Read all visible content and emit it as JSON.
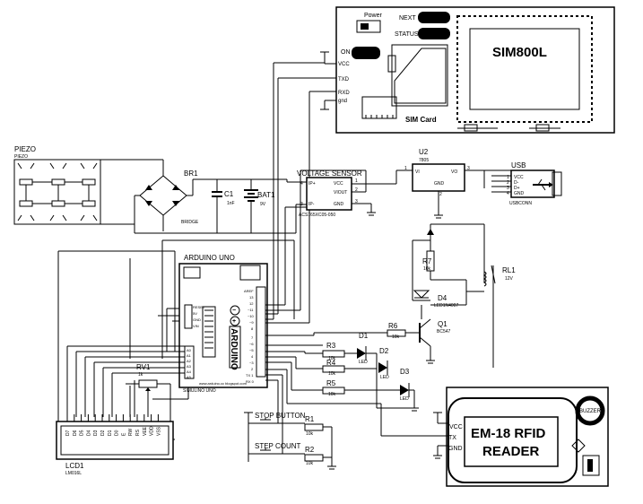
{
  "gsm": {
    "title": "SIM800L",
    "sim_card": "SIM Card",
    "power": "Power",
    "next": "NEXT",
    "status": "STATUS",
    "on": "ON",
    "pins": [
      "VCC",
      "TXD",
      "RXD",
      "gnd"
    ]
  },
  "piezo": {
    "label": "PIEZO",
    "sublabel": "PIEZO"
  },
  "bridge": {
    "label": "BR1",
    "sublabel": "BRIDGE"
  },
  "c1": {
    "label": "C1",
    "value": "1nF"
  },
  "bat1": {
    "label": "BAT1",
    "value": "9V"
  },
  "voltage_sensor": {
    "label": "VOLTAGE SENSOR",
    "part": "ACS765XC05-050",
    "pins_left": [
      "IP+",
      "IP-"
    ],
    "pins_right": [
      "VCC",
      "VIOUT",
      "GND"
    ],
    "pin_numbers": [
      "4",
      "3",
      "2",
      "1",
      "3",
      "2"
    ]
  },
  "u2": {
    "label": "U2",
    "part": "7805",
    "pins": [
      "VI",
      "VO",
      "GND"
    ],
    "pin_numbers": [
      "1",
      "3",
      "2"
    ]
  },
  "usb": {
    "label": "USB",
    "part": "USBCONN",
    "pins": [
      "VCC",
      "D-",
      "D+",
      "GND"
    ],
    "pin_numbers": [
      "1",
      "2",
      "3",
      "4"
    ]
  },
  "arduino": {
    "label": "ARDUINO UNO",
    "bottom": "SIMULINO UNO",
    "footer": "www.arduino.cc  blogspot.com",
    "board_text": "ARDUINO",
    "analog_pins": [
      "A0",
      "A1",
      "A2",
      "A3",
      "A4",
      "A5"
    ],
    "power_pins": [
      "RESET",
      "5V",
      "GND",
      "VIN"
    ],
    "digital_pins": [
      "AREF",
      "13",
      "12",
      "~11",
      "~10",
      "~9",
      "8",
      "7",
      "~6",
      "~5",
      "4",
      "~3",
      "2",
      "TX 1",
      "RX 0"
    ]
  },
  "r7": {
    "label": "R7",
    "value": "10k"
  },
  "d4": {
    "label": "D4",
    "part": "LED1N4007"
  },
  "rl1": {
    "label": "RL1",
    "value": "12V"
  },
  "r6": {
    "label": "R6",
    "value": "10k"
  },
  "q1": {
    "label": "Q1",
    "part": "BC547"
  },
  "r3": {
    "label": "R3",
    "value": "10k"
  },
  "r4": {
    "label": "R4",
    "value": "10k"
  },
  "r5": {
    "label": "R5",
    "value": "10k"
  },
  "d1": {
    "label": "D1",
    "part": "LED"
  },
  "d2": {
    "label": "D2",
    "part": "LED"
  },
  "d3": {
    "label": "D3",
    "part": "LED"
  },
  "rv1": {
    "label": "RV1",
    "value": "1k"
  },
  "stop_button": {
    "label": "STOP BUTTON"
  },
  "step_count": {
    "label": "STEP COUNT"
  },
  "r1": {
    "label": "R1",
    "value": "10k"
  },
  "r2": {
    "label": "R2",
    "value": "10k"
  },
  "lcd": {
    "label": "LCD1",
    "part": "LM016L",
    "pins": [
      "D7",
      "D6",
      "D5",
      "D4",
      "D3",
      "D2",
      "D1",
      "D0",
      "E",
      "RW",
      "RS",
      "VEE",
      "VDD",
      "VSS"
    ]
  },
  "rfid": {
    "title_line1": "EM-18 RFID",
    "title_line2": "READER",
    "buzzer": "BUZZER",
    "pins": [
      "VCC",
      "TX",
      "GND"
    ]
  }
}
